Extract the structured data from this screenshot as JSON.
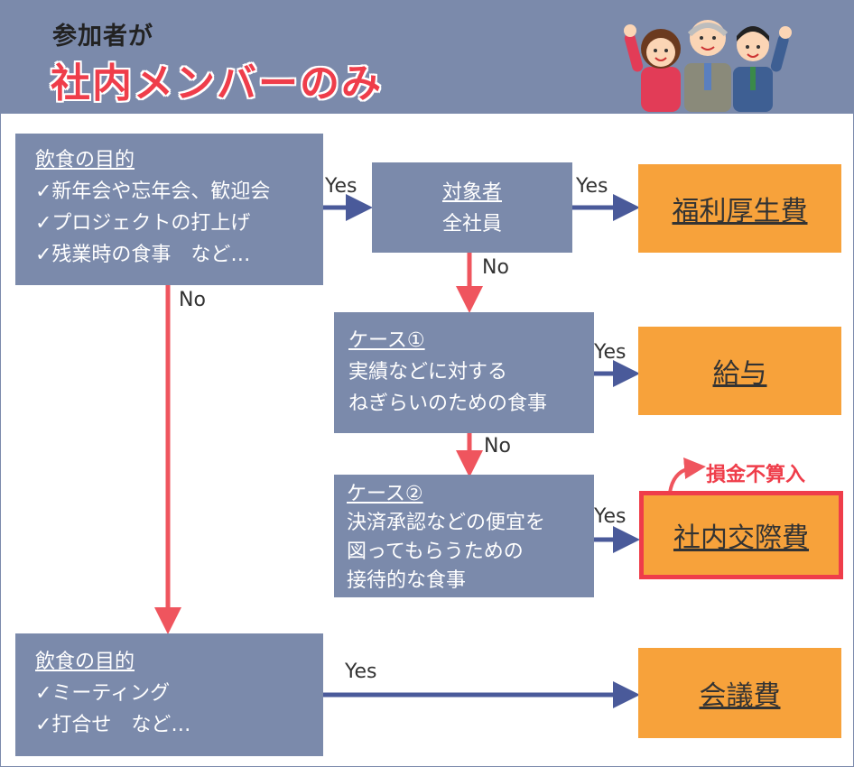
{
  "header": {
    "subtitle": "参加者が",
    "title": "社内メンバーのみ"
  },
  "nodes": {
    "purpose1": {
      "heading": "飲食の目的",
      "items": [
        "✓新年会や忘年会、歓迎会",
        "✓プロジェクトの打上げ",
        "✓残業時の食事　など…"
      ]
    },
    "target": {
      "heading": "対象者",
      "value": "全社員"
    },
    "case1": {
      "heading": "ケース①",
      "lines": [
        "実績などに対する",
        "ねぎらいのための食事"
      ]
    },
    "case2": {
      "heading": "ケース②",
      "lines": [
        "決済承認などの便宜を",
        "図ってもらうための",
        "接待的な食事"
      ]
    },
    "purpose2": {
      "heading": "飲食の目的",
      "items": [
        "✓ミーティング",
        "✓打合せ　など…"
      ]
    }
  },
  "results": {
    "welfare": "福利厚生費",
    "salary": "給与",
    "entertainment": "社内交際費",
    "meeting": "会議費"
  },
  "labels": {
    "yes": "Yes",
    "no": "No"
  },
  "note": "損金不算入",
  "colors": {
    "header_bg": "#7b8aab",
    "box_bg": "#7b8aab",
    "result_bg": "#f7a23b",
    "highlight": "#ef3d4a",
    "arrow_yes": "#4a5a9a",
    "arrow_no": "#ef555e"
  }
}
